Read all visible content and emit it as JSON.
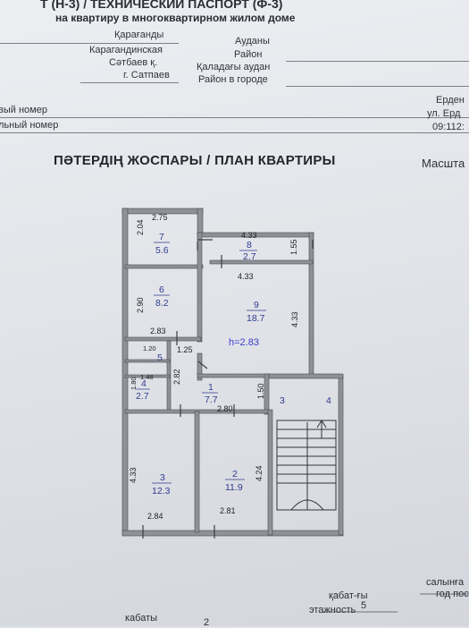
{
  "header": {
    "title_line1": "Т (Н-3) / ТЕХНИЧЕСКИЙ ПАСПОРТ (Ф-3)",
    "title_line2": "на квартиру в многоквартирном жилом доме"
  },
  "address_fields": {
    "region_kz": "Қарағанды",
    "region_ru": "Карагандинская",
    "district_kz": "Ауданы",
    "district_ru": "Район",
    "city_kz": "Сәтбаев қ.",
    "city_ru": "г. Сатпаев",
    "city_district_kz": "Қаладағы аудан",
    "city_district_ru": "Район в городе"
  },
  "numbers": {
    "row1": "вый номер",
    "row2": "льный номер",
    "street_kz": "Ерден",
    "street_ru": "ул. Ерд",
    "code": "09:112:"
  },
  "plan": {
    "title": "ПӘТЕРДІҢ ЖОСПАРЫ / ПЛАН КВАРТИРЫ",
    "scale_label": "Масшта",
    "height_label": "h=2.83",
    "rooms": [
      {
        "num": "7",
        "area": "5.6"
      },
      {
        "num": "8",
        "area": "2.7"
      },
      {
        "num": "6",
        "area": "8.2"
      },
      {
        "num": "9",
        "area": "18.7"
      },
      {
        "num": "5",
        "area": ""
      },
      {
        "num": "4",
        "area": "2.7"
      },
      {
        "num": "1",
        "area": "7.7"
      },
      {
        "num": "3",
        "area": "12.3"
      },
      {
        "num": "2",
        "area": "11.9"
      }
    ],
    "dims": {
      "d_275": "2.75",
      "d_204": "2.04",
      "d_433a": "4.33",
      "d_155": "1.55",
      "d_433b": "4.33",
      "d_290": "2.90",
      "d_433c": "4.33",
      "d_283": "2.83",
      "d_120": "1.20",
      "d_125": "1.25",
      "d_148": "1.48",
      "d_180": "1.80",
      "d_282": "2.82",
      "d_150": "1.50",
      "d_280": "2.80",
      "d_433d": "4.33",
      "d_424": "4.24",
      "d_284": "2.84",
      "d_281": "2.81"
    },
    "neighbor_labels": [
      "3",
      "4"
    ]
  },
  "footer": {
    "floor_kz": "қабат-ғы",
    "floor_ru": "этажность",
    "floor_value": "5",
    "floors_kz": "кабаты",
    "floors_value": "2",
    "year_kz": "салынға",
    "year_ru": "год пос"
  }
}
